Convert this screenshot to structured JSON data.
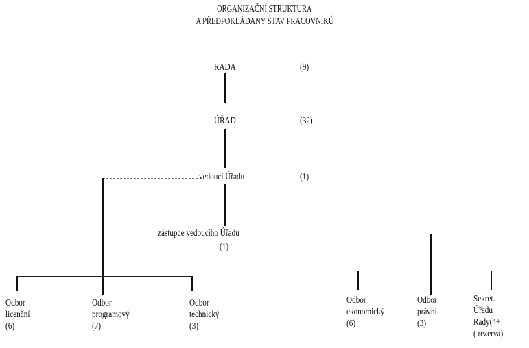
{
  "title": {
    "line1": "ORGANIZAČNÍ STRUKTURA",
    "line2": "A PŘEDPOKLÁDANÝ STAV PRACOVNÍKŮ"
  },
  "nodes": {
    "rada": {
      "label": "RADA",
      "count": "(9)"
    },
    "urad": {
      "label": "ÚŘAD",
      "count": "(32)"
    },
    "vedouci": {
      "label": "vedoucí Úřadu",
      "count": "(1)"
    },
    "zastupce": {
      "label": "zástupce vedoucího Úřadu",
      "count": "(1)"
    }
  },
  "departments": [
    {
      "line1": "Odbor",
      "line2": "licenční",
      "line3": "(6)"
    },
    {
      "line1": "Odbor",
      "line2": "programový",
      "line3": "(7)"
    },
    {
      "line1": "Odbor",
      "line2": "technický",
      "line3": "(3)"
    },
    {
      "line1": "Odbor",
      "line2": "ekonomický",
      "line3": "(6)"
    },
    {
      "line1": "Odbor",
      "line2": "právní",
      "line3": "(3)"
    },
    {
      "line1": "Sekret.",
      "line2": "Úřadu",
      "line3": "Rady(4+",
      "line4": "( rezerva)"
    }
  ]
}
